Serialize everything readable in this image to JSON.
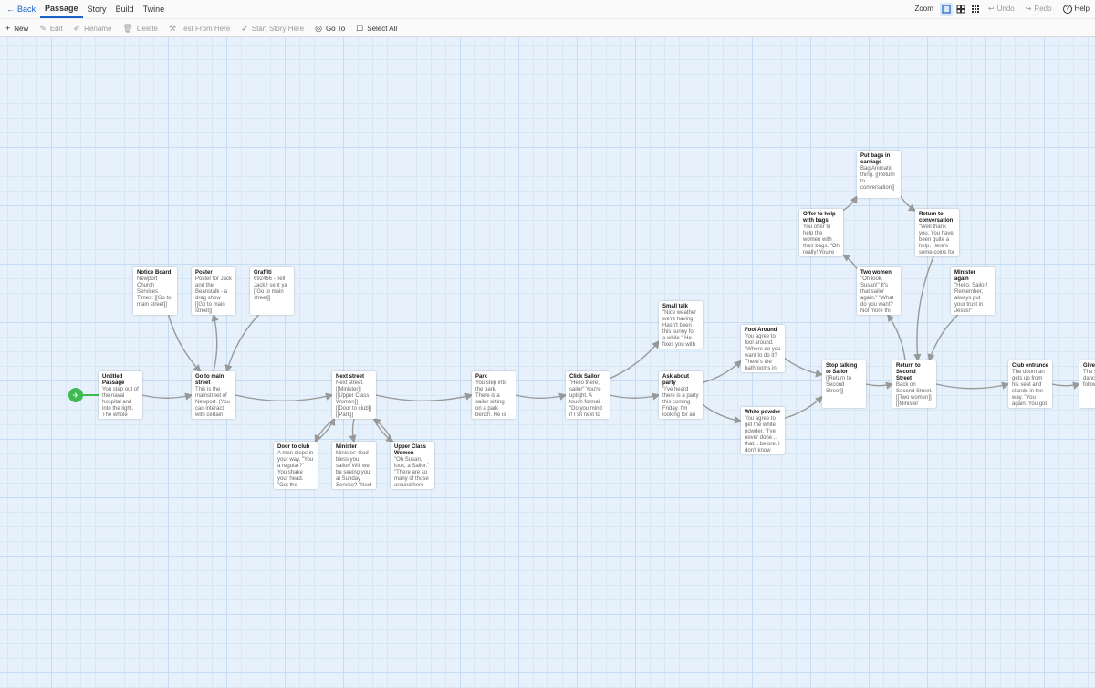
{
  "tabs": {
    "back": "Back",
    "passage": "Passage",
    "story": "Story",
    "build": "Build",
    "twine": "Twine"
  },
  "toolbar": {
    "new": "New",
    "edit": "Edit",
    "rename": "Rename",
    "delete": "Delete",
    "test_from_here": "Test From Here",
    "start_story_here": "Start Story Here",
    "go_to": "Go To",
    "select_all": "Select All"
  },
  "right": {
    "zoom": "Zoom",
    "undo": "Undo",
    "redo": "Redo",
    "help": "Help"
  },
  "colors": {
    "accent": "#1a62c9",
    "start": "#3fb950",
    "arrow": "#999999"
  },
  "passages": [
    {
      "id": "untitled",
      "title": "Untitled Passage",
      "excerpt": "You step out of the naval hospital and into the light. The whole"
    },
    {
      "id": "notice",
      "title": "Notice Board",
      "excerpt": "Newport Church Services Times: [[Go to main street]]"
    },
    {
      "id": "poster",
      "title": "Poster",
      "excerpt": "Poster for Jack and the Beanstalk - a drag show [[Go to main street]]"
    },
    {
      "id": "graffiti",
      "title": "Graffiti",
      "excerpt": "692466 - Tell Jack I sent ya [[Go to main street]]"
    },
    {
      "id": "gomain",
      "title": "Go to main street",
      "excerpt": "This is the mainstreet of Newport. (You can interact with certain"
    },
    {
      "id": "next",
      "title": "Next street",
      "excerpt": "Next street. [[Minister]] [[Upper Class Women]] [[Door to club]] [[Park]]"
    },
    {
      "id": "door",
      "title": "Door to club",
      "excerpt": "A man steps in your way. \"You a regular?\" You shake your head. \"Got the password?\""
    },
    {
      "id": "minister",
      "title": "Minister",
      "excerpt": "Minister: God bless you, sailor! Will we be seeing you at Sunday Service? \"Next"
    },
    {
      "id": "upper",
      "title": "Upper Class Women",
      "excerpt": "\"Oh Susan, look, a Sailor.\" \"There are so many of those around here"
    },
    {
      "id": "park",
      "title": "Park",
      "excerpt": "You step into the park. There is a sailor sitting on a park bench. He is twiddling his"
    },
    {
      "id": "clicksailor",
      "title": "Click Sailor",
      "excerpt": "\"Hello there, sailor\" You're uptight. A touch formal. \"Do you mind if I sit next to"
    },
    {
      "id": "smalltalk",
      "title": "Small talk",
      "excerpt": "\"Nice weather we're having. Hasn't been this sunny for a while.\" He fixes you with a look"
    },
    {
      "id": "askparty",
      "title": "Ask about party",
      "excerpt": "\"I've heard there is a party this coming Friday. I'm looking for an"
    },
    {
      "id": "fool",
      "title": "Fool Around",
      "excerpt": "You agree to fool around. \"Where do you want to do it? There's the bathrooms in"
    },
    {
      "id": "white",
      "title": "White powder",
      "excerpt": "You agree to get the white powder. \"I've never done... that... before. I don't know"
    },
    {
      "id": "stoptalk",
      "title": "Stop talking to Sailor",
      "excerpt": "[[Return to Second Street]]"
    },
    {
      "id": "offer",
      "title": "Offer to help with bags",
      "excerpt": "You offer to help the women with their bags. \"Oh really! You're"
    },
    {
      "id": "putbags",
      "title": "Put bags in carriage",
      "excerpt": "Bag Animatic thing. [[Return to conversation]]"
    },
    {
      "id": "returnconv",
      "title": "Return to conversation",
      "excerpt": "\"Well thank you. You have been quite a help. Here's some coins for"
    },
    {
      "id": "twowomen",
      "title": "Two women",
      "excerpt": "\"Oh look, Susan!\" It's that sailor again.\" \"What do you want? Not more thi"
    },
    {
      "id": "ministeragain",
      "title": "Minister again",
      "excerpt": "\"Hello, Sailor! Remember, always put your trust in Jesus!\" [[Return to Second"
    },
    {
      "id": "returnsecond",
      "title": "Return to Second Street",
      "excerpt": "Back on Second Street. [[Two women]] [[Minister again]] [[Club"
    },
    {
      "id": "club",
      "title": "Club entrance",
      "excerpt": "The doorman gets up from his seat and stands in the way. \"You again. You got"
    },
    {
      "id": "give",
      "title": "Give",
      "excerpt": "The surp \"Wel danc sque follow"
    }
  ],
  "links": [
    [
      "untitled",
      "gomain"
    ],
    [
      "notice",
      "gomain"
    ],
    [
      "gomain",
      "poster"
    ],
    [
      "graffiti",
      "gomain"
    ],
    [
      "gomain",
      "next"
    ],
    [
      "next",
      "door"
    ],
    [
      "door",
      "next"
    ],
    [
      "next",
      "minister"
    ],
    [
      "next",
      "upper"
    ],
    [
      "upper",
      "next"
    ],
    [
      "next",
      "park"
    ],
    [
      "park",
      "clicksailor"
    ],
    [
      "clicksailor",
      "smalltalk"
    ],
    [
      "clicksailor",
      "askparty"
    ],
    [
      "askparty",
      "fool"
    ],
    [
      "askparty",
      "white"
    ],
    [
      "fool",
      "stoptalk"
    ],
    [
      "white",
      "stoptalk"
    ],
    [
      "stoptalk",
      "returnsecond"
    ],
    [
      "returnsecond",
      "twowomen"
    ],
    [
      "twowomen",
      "offer"
    ],
    [
      "offer",
      "putbags"
    ],
    [
      "putbags",
      "returnconv"
    ],
    [
      "returnconv",
      "returnsecond"
    ],
    [
      "ministeragain",
      "returnsecond"
    ],
    [
      "returnsecond",
      "club"
    ],
    [
      "club",
      "give"
    ]
  ]
}
